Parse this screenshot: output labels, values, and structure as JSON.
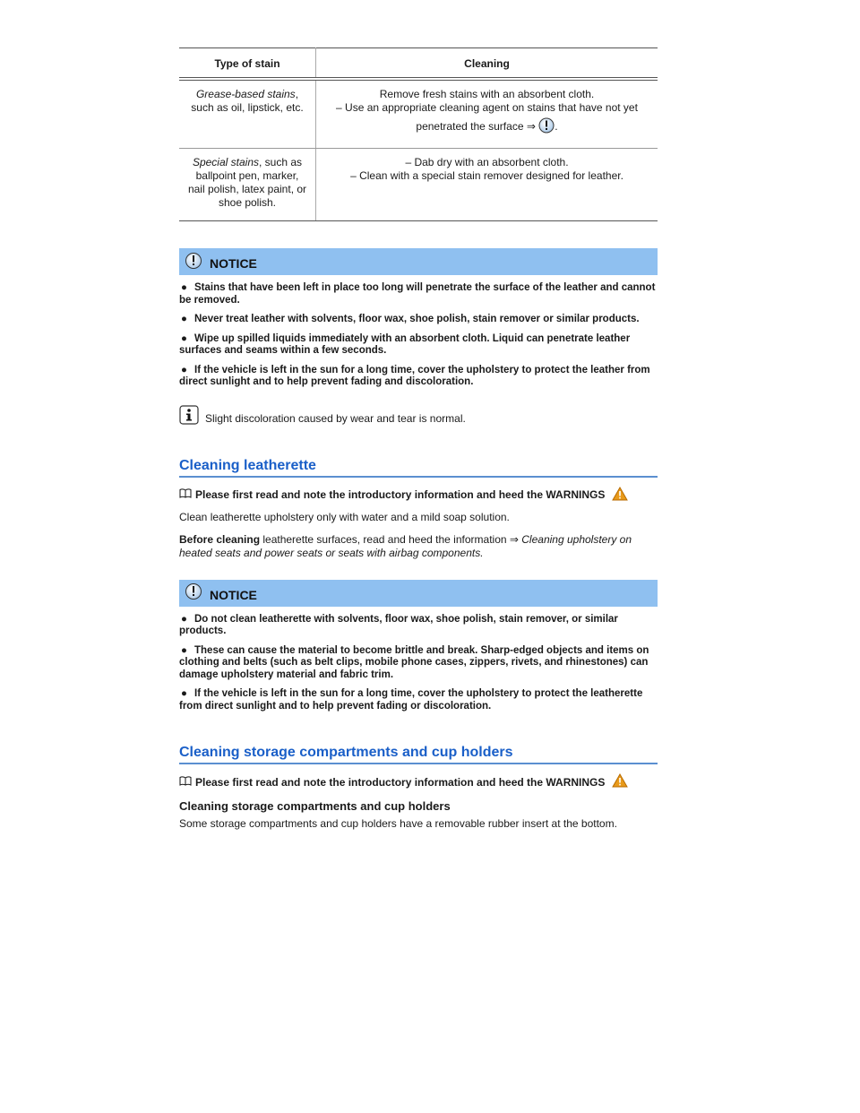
{
  "table": {
    "headers": [
      "Type of stain",
      "Cleaning"
    ],
    "rows": [
      {
        "type_em": "Grease-based stains",
        "type_rest": ", such as oil, lipstick, etc.",
        "cleaning_line1": "Remove fresh stains with an absorbent cloth.",
        "cleaning_line2": "– Use an appropriate cleaning agent on stains that have not yet",
        "cleaning_line3": "penetrated the surface ⇒",
        "cleaning_line3_end": "."
      },
      {
        "type_em": "Special stains",
        "type_rest": ", such as ballpoint pen, marker, nail polish, latex paint, or shoe polish.",
        "cleaning_line1": "– Dab dry with an absorbent cloth.",
        "cleaning_line2": "– Clean with a special stain remover designed for leather."
      }
    ]
  },
  "notice1": {
    "label": "NOTICE",
    "items": [
      "Stains that have been left in place too long will penetrate the surface of the leather and cannot be removed.",
      "Never treat leather with solvents, floor wax, shoe polish, stain remover or similar products.",
      "Wipe up spilled liquids immediately with an absorbent cloth. Liquid can penetrate leather surfaces and seams within a few seconds.",
      "If the vehicle is left in the sun for a long time, cover the upholstery to protect the leather from direct sunlight and to help prevent fading and discoloration."
    ]
  },
  "info_note": "Slight discoloration caused by wear and tear is normal.",
  "section1": {
    "title": "Cleaning leatherette",
    "intro": "Please first read and note the introductory information and heed the WARNINGS",
    "p1": "Clean leatherette upholstery only with water and a mild soap solution.",
    "p2_bold": "Before cleaning",
    "p2_rest": " leatherette surfaces, read and heed the information ⇒ ",
    "p2_italic": "Cleaning upholstery on heated seats and power seats or seats with airbag components."
  },
  "notice2": {
    "label": "NOTICE",
    "items": [
      "Do not clean leatherette with solvents, floor wax, shoe polish, stain remover, or similar products.",
      "These can cause the material to become brittle and break. Sharp-edged objects and items on clothing and belts (such as belt clips, mobile phone cases, zippers, rivets, and rhinestones) can damage upholstery material and fabric trim.",
      "If the vehicle is left in the sun for a long time, cover the upholstery to protect the leatherette from direct sunlight and to help prevent fading or discoloration."
    ]
  },
  "section2": {
    "title": "Cleaning storage compartments and cup holders",
    "intro": "Please first read and note the introductory information and heed the WARNINGS",
    "subheading": "Cleaning storage compartments and cup holders",
    "p1": "Some storage compartments and cup holders have a removable rubber insert at the bottom."
  },
  "bullet_glyph": "●",
  "colors": {
    "notice_bg": "#8fc0f0",
    "heading": "#1a5fc8",
    "warning": "#e89a1a"
  }
}
